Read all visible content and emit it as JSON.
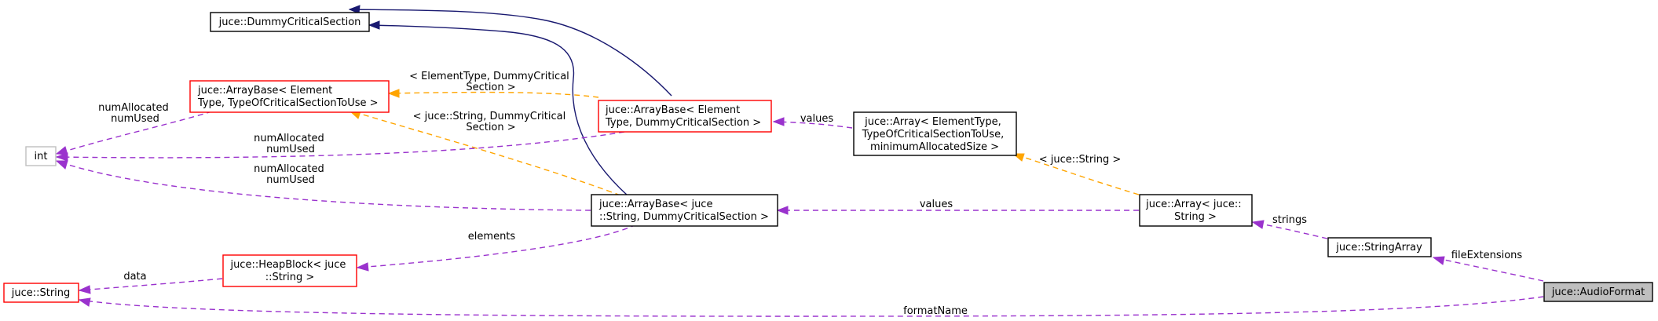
{
  "diagram": {
    "nodes": {
      "dummy_critical_section": {
        "lines": [
          "juce::DummyCriticalSection"
        ]
      },
      "arraybase_element_tocs": {
        "lines": [
          "juce::ArrayBase< Element",
          "Type, TypeOfCriticalSectionToUse >"
        ]
      },
      "int": {
        "lines": [
          "int"
        ]
      },
      "arraybase_element_dummy": {
        "lines": [
          "juce::ArrayBase< Element",
          "Type, DummyCriticalSection >"
        ]
      },
      "array_element": {
        "lines": [
          "juce::Array< ElementType,",
          "TypeOfCriticalSectionToUse,",
          "minimumAllocatedSize >"
        ]
      },
      "arraybase_string_dummy": {
        "lines": [
          "juce::ArrayBase< juce",
          "::String, DummyCriticalSection >"
        ]
      },
      "array_string": {
        "lines": [
          "juce::Array< juce::",
          "String >"
        ]
      },
      "heapblock_string": {
        "lines": [
          "juce::HeapBlock< juce",
          "::String >"
        ]
      },
      "string_array": {
        "lines": [
          "juce::StringArray"
        ]
      },
      "juce_string": {
        "lines": [
          "juce::String"
        ]
      },
      "audio_format": {
        "lines": [
          "juce::AudioFormat"
        ]
      }
    },
    "edge_labels": {
      "tmpl_element_dummy": [
        "< ElementType, DummyCritical",
        "Section >"
      ],
      "tmpl_string_dummy": [
        "< juce::String, DummyCritical",
        "Section >"
      ],
      "num_alloc_1": [
        "numAllocated",
        "numUsed"
      ],
      "num_alloc_2": [
        "numAllocated",
        "numUsed"
      ],
      "num_alloc_3": [
        "numAllocated",
        "numUsed"
      ],
      "values_1": [
        "values"
      ],
      "tmpl_juce_string": [
        "< juce::String >"
      ],
      "values_2": [
        "values"
      ],
      "strings": [
        "strings"
      ],
      "elements": [
        "elements"
      ],
      "data": [
        "data"
      ],
      "file_extensions": [
        "fileExtensions"
      ],
      "format_name": [
        "formatName"
      ]
    },
    "colors": {
      "solid_edge": "#191970",
      "member_edge": "#9a32cd",
      "template_edge": "#ffa500",
      "red_border": "#ff0000",
      "gray_border": "#bfbfbf",
      "focus_fill": "#bfbfbf"
    }
  }
}
